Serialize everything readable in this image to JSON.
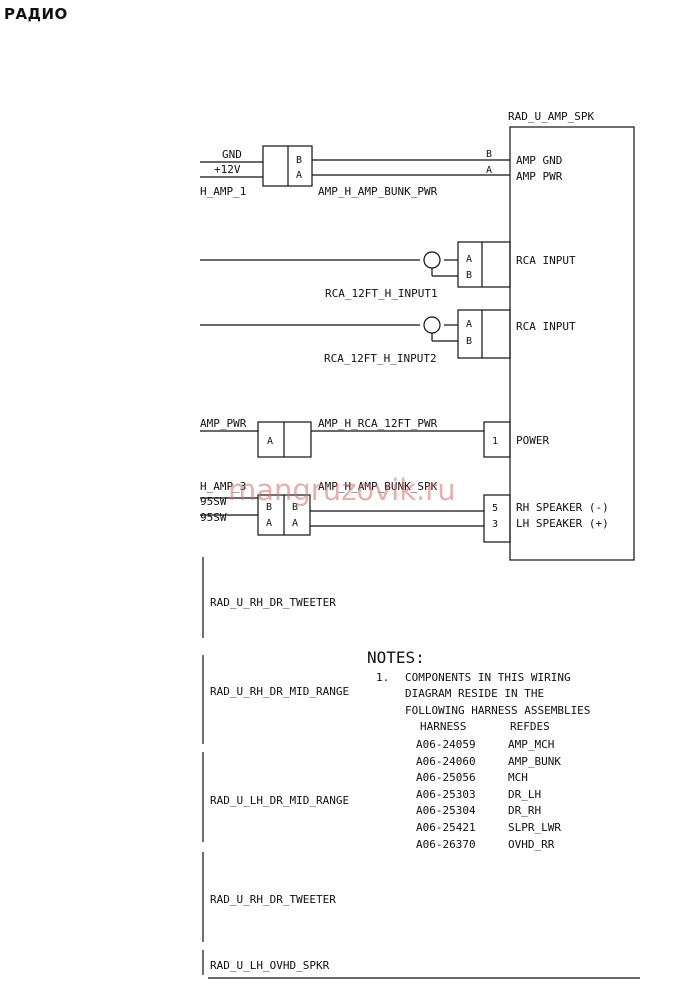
{
  "header": {
    "title": "РАДИО"
  },
  "watermark": "mangruzovik.ru",
  "amp": {
    "name": "RAD_U_AMP_SPK",
    "pins": {
      "gnd": "AMP GND",
      "pwr": "AMP PWR",
      "rca1": "RCA INPUT",
      "rca2": "RCA INPUT",
      "power": "POWER",
      "rh": "RH SPEAKER (-)",
      "lh": "LH SPEAKER (+)"
    },
    "pin_numbers": {
      "power": "1",
      "rh": "5",
      "lh": "3"
    }
  },
  "wires": {
    "gnd": "GND",
    "v12": "+12V",
    "h_amp_1": "H_AMP_1",
    "amp_pwr": "AMP_PWR",
    "h_amp_3": "H_AMP_3",
    "s95_1": "95SW",
    "s95_2": "95SW"
  },
  "connectors": {
    "amp_h_amp_bunk_pwr": "AMP_H_AMP_BUNK_PWR",
    "rca_input1": "RCA_12FT_H_INPUT1",
    "rca_input2": "RCA_12FT_H_INPUT2",
    "amp_h_rca_12ft_pwr": "AMP_H_RCA_12FT_PWR",
    "amp_h_amp_bunk_spk": "AMP_H_AMP_BUNK_SPK"
  },
  "pin_letters": {
    "a": "A",
    "b": "B"
  },
  "speakers": [
    "RAD_U_RH_DR_TWEETER",
    "RAD_U_RH_DR_MID_RANGE",
    "RAD_U_LH_DR_MID_RANGE",
    "RAD_U_RH_DR_TWEETER",
    "RAD_U_LH_OVHD_SPKR"
  ],
  "notes": {
    "heading": "NOTES:",
    "number": "1.",
    "lines": [
      "COMPONENTS IN THIS WIRING",
      "DIAGRAM RESIDE IN THE",
      "FOLLOWING HARNESS ASSEMBLIES"
    ],
    "col_harness": "HARNESS",
    "col_refdes": "REFDES",
    "rows": [
      {
        "harness": "A06-24059",
        "refdes": "AMP_MCH"
      },
      {
        "harness": "A06-24060",
        "refdes": "AMP_BUNK"
      },
      {
        "harness": "A06-25056",
        "refdes": "MCH"
      },
      {
        "harness": "A06-25303",
        "refdes": "DR_LH"
      },
      {
        "harness": "A06-25304",
        "refdes": "DR_RH"
      },
      {
        "harness": "A06-25421",
        "refdes": "SLPR_LWR"
      },
      {
        "harness": "A06-26370",
        "refdes": "OVHD_RR"
      }
    ]
  }
}
